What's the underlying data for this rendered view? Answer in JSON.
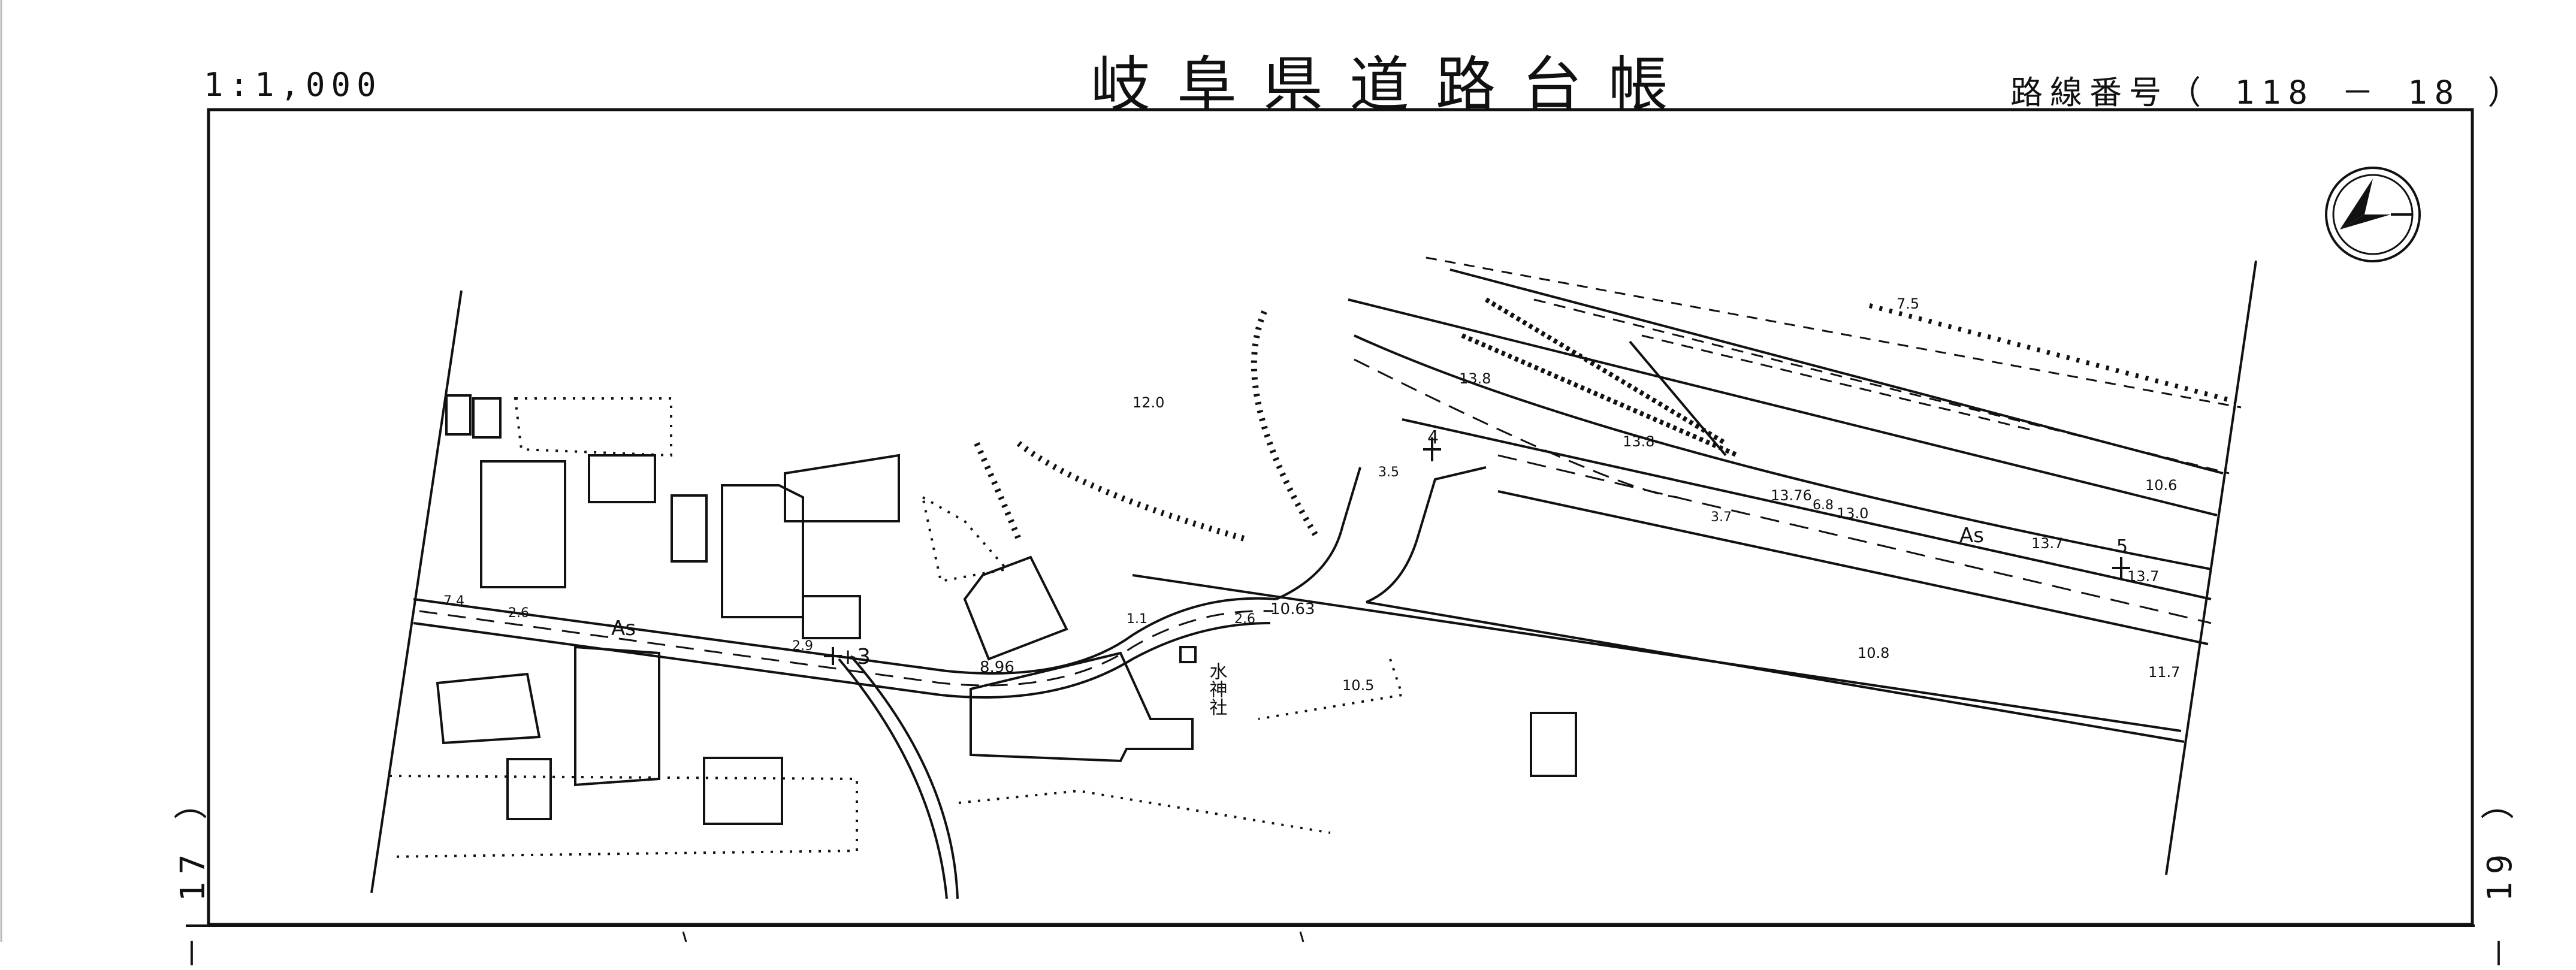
{
  "header": {
    "scale": "1:1,000",
    "title": "岐阜県道路台帳",
    "route_number": "路線番号（ 118 － 18 ）"
  },
  "edges": {
    "left": "－ 17 ）",
    "right": "－ 19 ）"
  },
  "map": {
    "north_arrow": "north-arrow-icon",
    "pavement_labels": [
      "As",
      "As"
    ],
    "shrine_label": "水神社",
    "station_marks": [
      "+3",
      "4",
      "5"
    ],
    "width_labels": [
      "7.4",
      "2.6",
      "2.9",
      "1.1",
      "2.6",
      "3.5",
      "3.7",
      "6.8"
    ],
    "elevations": [
      "12.0",
      "13.8",
      "13.8",
      "10.63",
      "8.96",
      "10.5",
      "13.76",
      "13.0",
      "13.7",
      "13.7",
      "10.6",
      "10.8",
      "11.7",
      "7.5"
    ]
  }
}
